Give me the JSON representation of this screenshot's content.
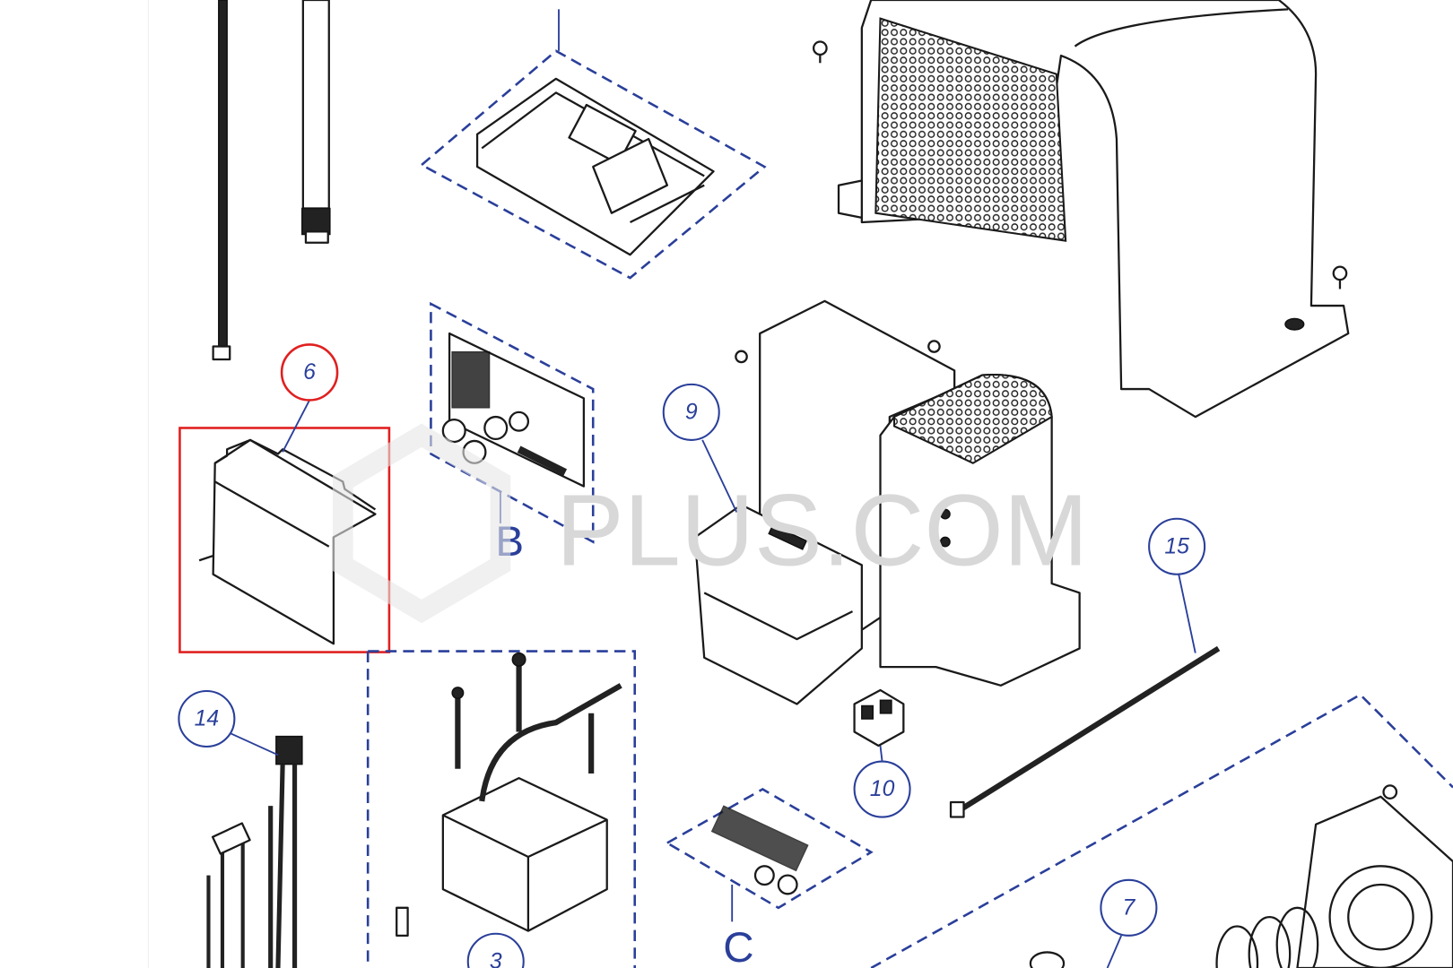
{
  "diagram": {
    "watermark": "PLUS.COM",
    "highlight_color": "#e02020",
    "callout_color": "#2a3f9a",
    "callouts": [
      {
        "id": "6",
        "label": "6",
        "highlighted": true
      },
      {
        "id": "9",
        "label": "9"
      },
      {
        "id": "14",
        "label": "14"
      },
      {
        "id": "15",
        "label": "15"
      },
      {
        "id": "10",
        "label": "10"
      },
      {
        "id": "7",
        "label": "7"
      },
      {
        "id": "3",
        "label": "3"
      }
    ],
    "groups": [
      {
        "id": "B",
        "label": "B"
      },
      {
        "id": "C",
        "label": "C"
      }
    ]
  }
}
